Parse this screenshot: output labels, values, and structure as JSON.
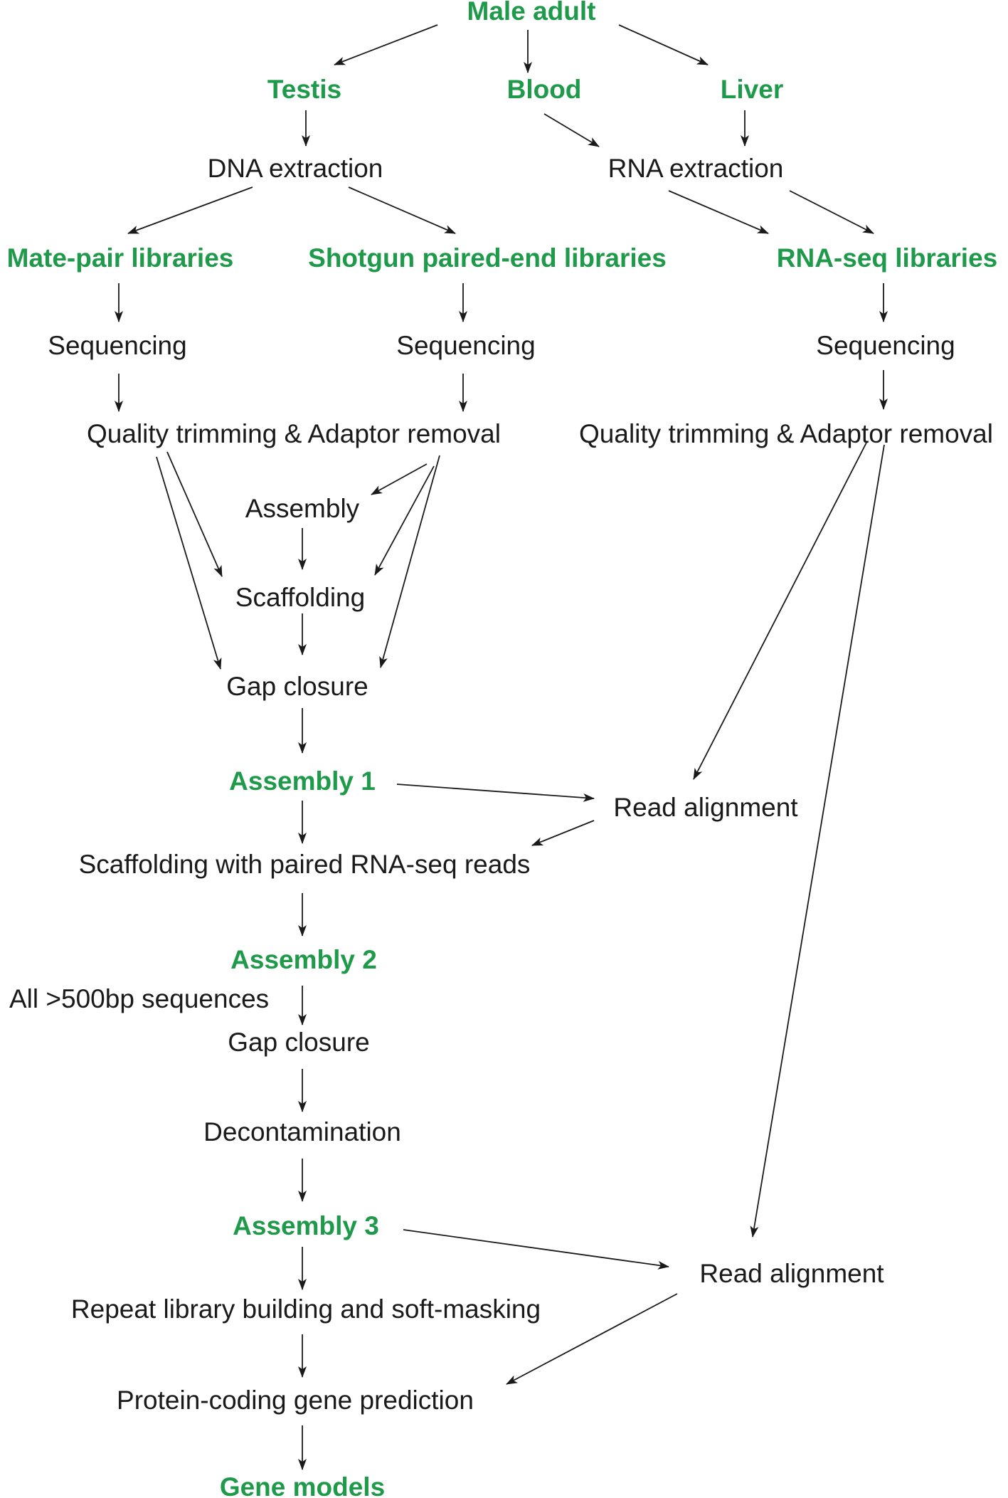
{
  "colors": {
    "highlight": "#1e9a4a",
    "text": "#1a1a1a",
    "line": "#1a1a1a"
  },
  "nodes": {
    "male_adult": "Male adult",
    "testis": "Testis",
    "blood": "Blood",
    "liver": "Liver",
    "dna_extraction": "DNA extraction",
    "rna_extraction": "RNA extraction",
    "mate_pair": "Mate-pair libraries",
    "shotgun": "Shotgun paired-end libraries",
    "rnaseq_libs": "RNA-seq libraries",
    "seq_mate": "Sequencing",
    "seq_shotgun": "Sequencing",
    "seq_rna": "Sequencing",
    "qt_dna": "Quality trimming & Adaptor removal",
    "qt_rna": "Quality trimming & Adaptor removal",
    "assembly": "Assembly",
    "scaffolding": "Scaffolding",
    "gap_closure_1": "Gap closure",
    "assembly_1": "Assembly 1",
    "read_alignment_1": "Read alignment",
    "scaffolding_rna": "Scaffolding with paired RNA-seq reads",
    "assembly_2": "Assembly 2",
    "all_500bp": "All  >500bp sequences",
    "gap_closure_2": "Gap closure",
    "decontamination": "Decontamination",
    "assembly_3": "Assembly 3",
    "read_alignment_2": "Read alignment",
    "repeat_library": "Repeat library building and soft-masking",
    "protein_coding": "Protein-coding gene prediction",
    "gene_models": "Gene models"
  }
}
